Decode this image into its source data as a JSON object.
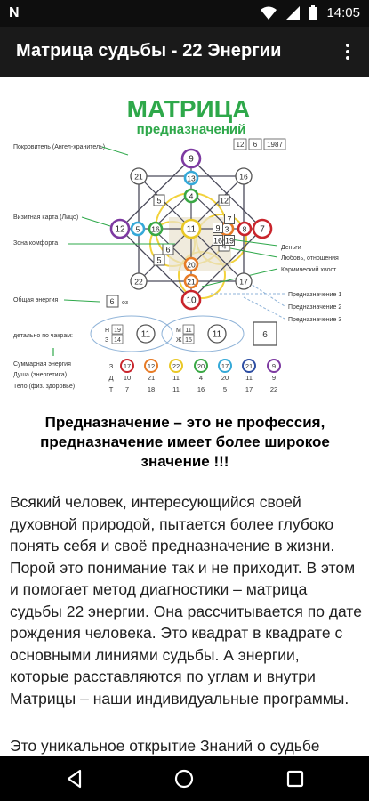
{
  "status": {
    "time": "14:05"
  },
  "appbar": {
    "title": "Матрица судьбы - 22 Энергии"
  },
  "figure": {
    "title": "МАТРИЦА",
    "subtitle": "предназначений",
    "left_labels": [
      "Покровитель (Ангел-хранитель)",
      "Визитная карта (Лицо)",
      "Зона комфорта",
      "Общая энергия",
      "детально по чакрам:",
      "Суммарная энергия",
      "Душа (энергетика)",
      "Тело (физ. здоровье)"
    ],
    "date_boxes": [
      "12",
      "6",
      "1987"
    ],
    "right_labels": [
      "Деньги",
      "Любовь, отношения",
      "Кармический хвост"
    ],
    "purpose_labels": [
      "Предназначение 1",
      "Предназначение 2",
      "Предназначение 3"
    ],
    "general_energy": {
      "value": "6",
      "suffix": "оз"
    },
    "nodes": {
      "top": "9",
      "left": "12",
      "right": "7",
      "bottom": "10",
      "top_left": "21",
      "top_right": "16",
      "bottom_left": "22",
      "bottom_right": "17",
      "center": "11",
      "t2": "13",
      "t3": "4",
      "b2": "20",
      "b3": "21",
      "l2": "5",
      "l3": "16",
      "r2": "3",
      "r3": "8",
      "d1": "5",
      "d2": "12",
      "d3": "5",
      "d4": "6",
      "d5": "4",
      "i1": "9",
      "i2": "7",
      "i3": "16",
      "i4": "19"
    },
    "gender_blocks": [
      {
        "rows": [
          {
            "letter": "Н",
            "value": "19"
          },
          {
            "letter": "З",
            "value": "14"
          }
        ],
        "circle": "11"
      },
      {
        "rows": [
          {
            "letter": "М",
            "value": "11"
          },
          {
            "letter": "Ж",
            "value": "15"
          }
        ],
        "circle": "11"
      }
    ],
    "final_square": "6",
    "chakra_rows": [
      {
        "letter": "З",
        "values": [
          "17",
          "12",
          "22",
          "20",
          "17",
          "21",
          "9"
        ]
      },
      {
        "letter": "Д",
        "values": [
          "10",
          "21",
          "11",
          "4",
          "20",
          "11",
          "9"
        ]
      },
      {
        "letter": "Т",
        "values": [
          "7",
          "18",
          "11",
          "16",
          "5",
          "17",
          "22"
        ]
      }
    ],
    "chakra_colors": [
      "#c9252c",
      "#e77b26",
      "#e9c827",
      "#3aa845",
      "#35a9d8",
      "#2f4fa3",
      "#7d3aa1"
    ]
  },
  "headline": "Предназначение – это не профессия, предназначение имеет более широкое значение !!!",
  "paragraph1": "Всякий человек, интересующийся своей духовной природой, пытается более глубоко понять себя и своё предназначение в жизни. Порой это понимание так и не приходит. В этом и помогает метод диагностики – матрица судьбы 22 энергии. Она рассчитывается по дате рождения человека. Это квадрат в квадрате с основными линиями судьбы. А энергии, которые расставляются по углам и внутри Матрицы – наши индивидуальные программы.",
  "paragraph2": "Это уникальное открытие Знаний о судьбе Нового времени Наталии Ладини. В основе метода лежит Матрица 22 энергий Старших"
}
